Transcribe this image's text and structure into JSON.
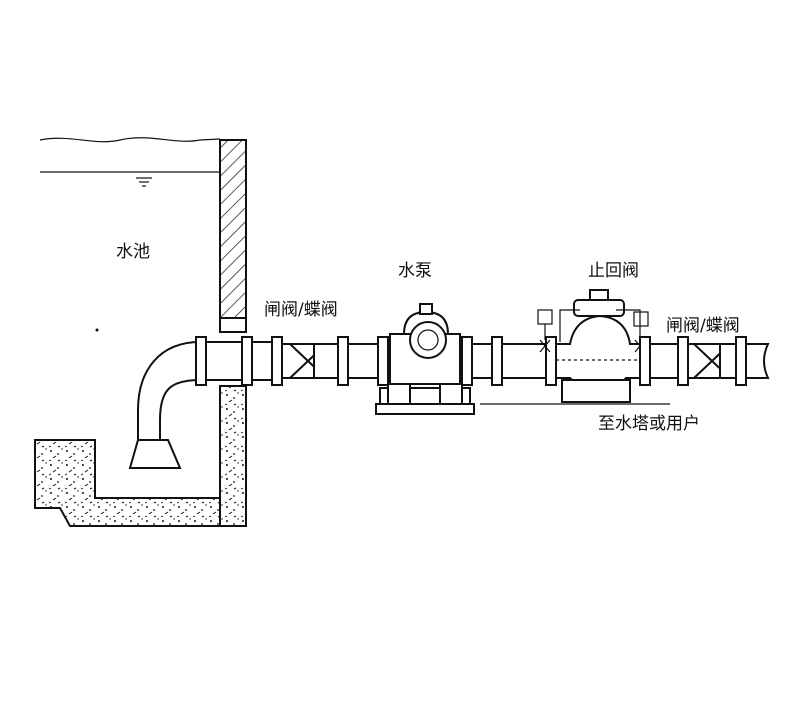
{
  "labels": {
    "tank": "水池",
    "pump": "水泵",
    "check_valve": "止回阀",
    "gate_valve_1": "闸阀/蝶阀",
    "gate_valve_2": "闸阀/蝶阀",
    "outlet": "至水塔或用户"
  },
  "colors": {
    "line": "#111111",
    "background": "#ffffff"
  },
  "icons": [
    "water-level-icon"
  ]
}
